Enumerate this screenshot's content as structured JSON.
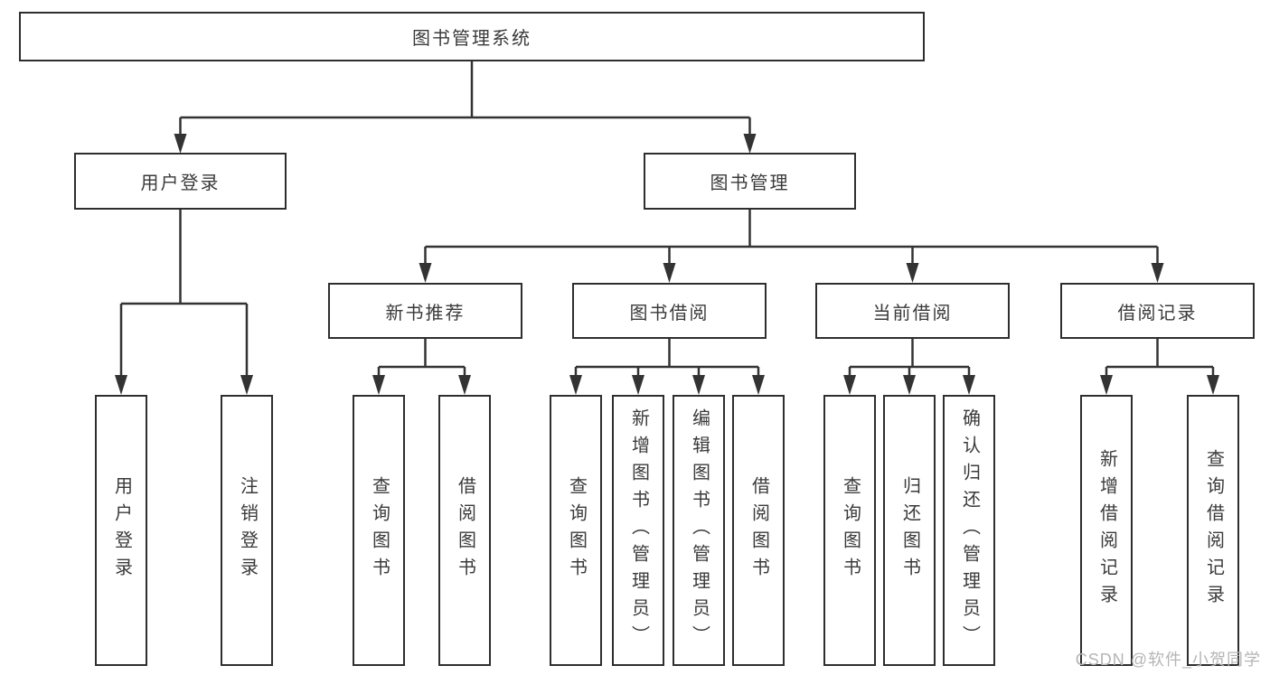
{
  "diagram": {
    "root": {
      "label": "图书管理系统"
    },
    "level2": [
      {
        "label": "用户登录"
      },
      {
        "label": "图书管理"
      }
    ],
    "level3": [
      {
        "label": "新书推荐"
      },
      {
        "label": "图书借阅"
      },
      {
        "label": "当前借阅"
      },
      {
        "label": "借阅记录"
      }
    ],
    "leaves": {
      "user_login": [
        {
          "label": "用户登录"
        },
        {
          "label": "注销登录"
        }
      ],
      "new_book_recommendation": [
        {
          "label": "查询图书"
        },
        {
          "label": "借阅图书"
        }
      ],
      "book_borrowing": [
        {
          "label": "查询图书"
        },
        {
          "label": "新增图书（管理员）"
        },
        {
          "label": "编辑图书（管理员）"
        },
        {
          "label": "借阅图书"
        }
      ],
      "current_borrowing": [
        {
          "label": "查询图书"
        },
        {
          "label": "归还图书"
        },
        {
          "label": "确认归还（管理员）"
        }
      ],
      "borrowing_records": [
        {
          "label": "新增借阅记录"
        },
        {
          "label": "查询借阅记录"
        }
      ]
    },
    "watermark": "CSDN @软件_小贺同学",
    "colors": {
      "line": "#333333",
      "text": "#3a3a3a",
      "watermark": "#b5b5b5",
      "background": "#ffffff"
    }
  }
}
